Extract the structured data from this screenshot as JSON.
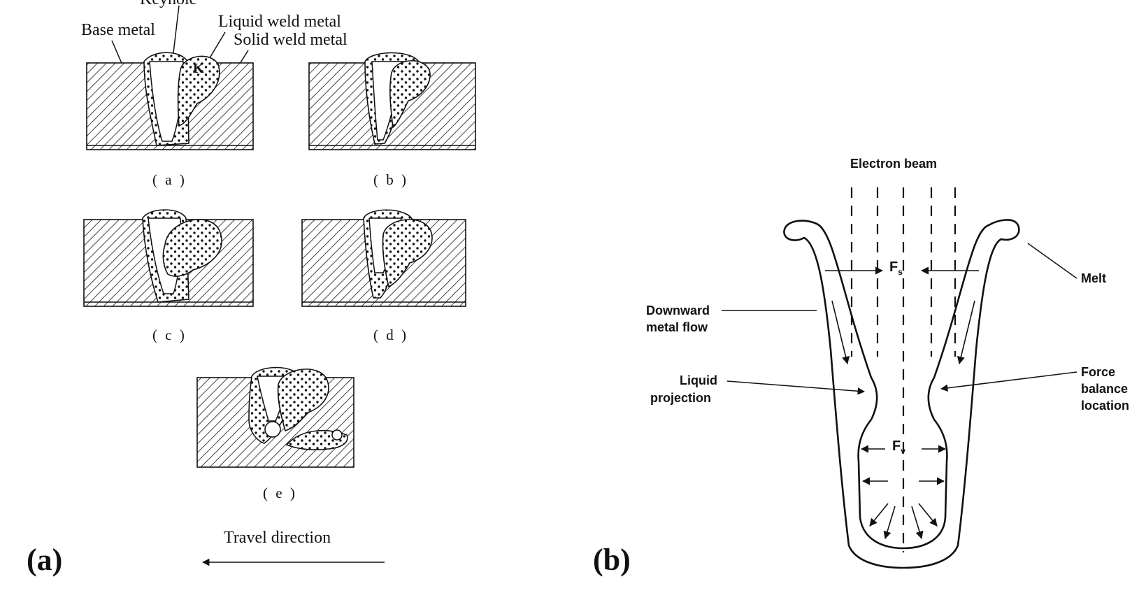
{
  "panel_a": {
    "panel_label": "(a)",
    "labels": {
      "keyhole": "Keyhole",
      "base_metal": "Base metal",
      "liquid_weld_metal": "Liquid weld metal",
      "solid_weld_metal": "Solid weld metal",
      "k_mark": "K"
    },
    "stages": [
      "( a )",
      "( b )",
      "( c )",
      "( d )",
      "( e )"
    ],
    "travel_direction": "Travel direction"
  },
  "panel_b": {
    "panel_label": "(b)",
    "labels": {
      "electron_beam": "Electron beam",
      "melt": "Melt",
      "downward_metal_flow_1": "Downward",
      "downward_metal_flow_2": "metal flow",
      "liquid_projection_1": "Liquid",
      "liquid_projection_2": "projection",
      "force_balance_1": "Force",
      "force_balance_2": "balance",
      "force_balance_3": "location",
      "force_s": "F",
      "force_s_sub": "s",
      "force_v": "F",
      "force_v_sub": "v"
    }
  }
}
